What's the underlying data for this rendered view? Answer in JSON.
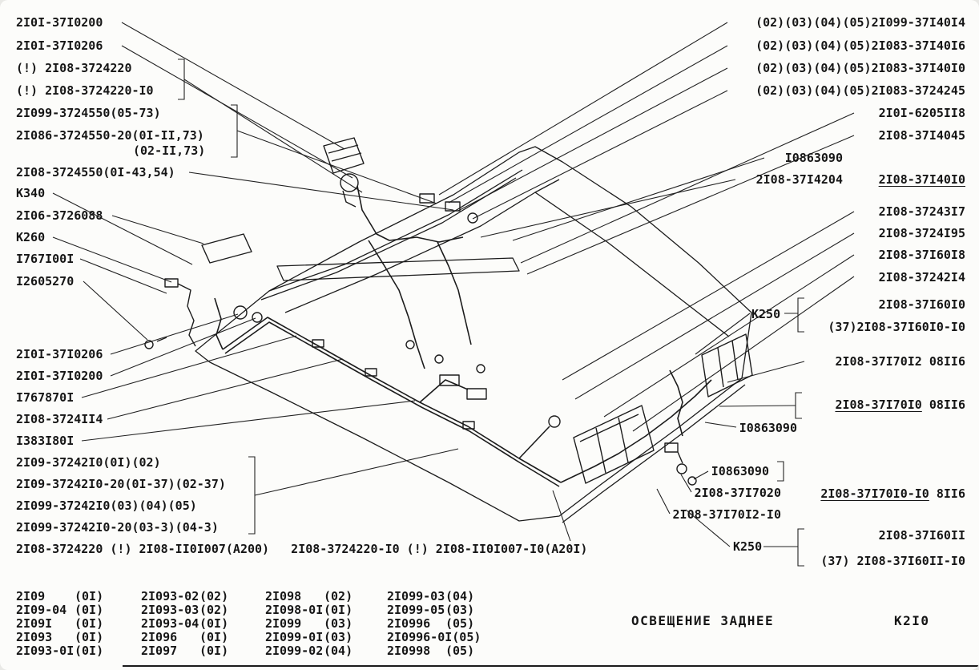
{
  "colors": {
    "paper": "#fcfcfa",
    "ink": "#1b1b1b"
  },
  "caption": {
    "title": "ОСВЕЩЕНИЕ ЗАДНЕЕ",
    "sheet_code": "К2I0"
  },
  "left_labels": [
    "2I0I-37I0200",
    "2I0I-37I0206",
    "(!) 2I08-3724220",
    "(!) 2I08-3724220-I0",
    "2I099-3724550(05-73)",
    "2I086-3724550-20(0I-II,73)",
    "(02-II,73)",
    "2I08-3724550(0I-43,54)",
    "К340",
    "2I06-3726088",
    "К260",
    "I767I00I",
    "I2605270",
    "2I0I-37I0206",
    "2I0I-37I0200",
    "I767870I",
    "2I08-3724II4",
    "I383I80I",
    "2I09-37242I0(0I)(02)",
    "2I09-37242I0-20(0I-37)(02-37)",
    "2I099-37242I0(03)(04)(05)",
    "2I099-37242I0-20(03-3)(04-3)",
    "2I08-3724220 (!) 2I08-II0I007(А200)   2I08-3724220-I0 (!) 2I08-II0I007-I0(А20I)"
  ],
  "right_labels": [
    "(02)(03)(04)(05)2I099-37I40I4",
    "(02)(03)(04)(05)2I083-37I40I6",
    "(02)(03)(04)(05)2I083-37I40I0",
    "(02)(03)(04)(05)2I083-3724245",
    "2I0I-6205II8",
    "2I08-37I4045",
    "I0863090",
    "2I08-37I4204",
    "2I08-37243I7",
    "2I08-3724I95",
    "2I08-37I60I8",
    "2I08-37242I4",
    "К250",
    "2I08-37I60I0",
    "(37)2I08-37I60I0-I0",
    "2I08-37I70I2 08II6",
    "I0863090",
    "I0863090",
    "2I08-37I7020",
    "2I08-37I70I2-I0",
    "К250",
    "2I08-37I60II",
    "(37) 2I08-37I60II-I0"
  ],
  "underlined_labels": [
    {
      "u": "2I08-37I40I0",
      "rest": ""
    },
    {
      "u": "2I08-37I70I0",
      "rest": " 08II6"
    },
    {
      "u": "2I08-37I70I0-I0",
      "rest": " 8II6"
    }
  ],
  "table": {
    "rows": [
      [
        {
          "m": "2I09",
          "c": "(0I)"
        },
        {
          "m": "2I093-02",
          "c": "(02)"
        },
        {
          "m": "2I098",
          "c": "(02)"
        },
        {
          "m": "2I099-03",
          "c": "(04)"
        }
      ],
      [
        {
          "m": "2I09-04",
          "c": "(0I)"
        },
        {
          "m": "2I093-03",
          "c": "(02)"
        },
        {
          "m": "2I098-0I",
          "c": "(0I)"
        },
        {
          "m": "2I099-05",
          "c": "(03)"
        }
      ],
      [
        {
          "m": "2I09I",
          "c": "(0I)"
        },
        {
          "m": "2I093-04",
          "c": "(0I)"
        },
        {
          "m": "2I099",
          "c": "(03)"
        },
        {
          "m": "2I0996",
          "c": "(05)"
        }
      ],
      [
        {
          "m": "2I093",
          "c": "(0I)"
        },
        {
          "m": "2I096",
          "c": "(0I)"
        },
        {
          "m": "2I099-0I",
          "c": "(03)"
        },
        {
          "m": "2I0996-0I",
          "c": "(05)"
        }
      ],
      [
        {
          "m": "2I093-0I",
          "c": "(0I)"
        },
        {
          "m": "2I097",
          "c": "(0I)"
        },
        {
          "m": "2I099-02",
          "c": "(04)"
        },
        {
          "m": "2I0998",
          "c": "(05)"
        }
      ]
    ]
  }
}
